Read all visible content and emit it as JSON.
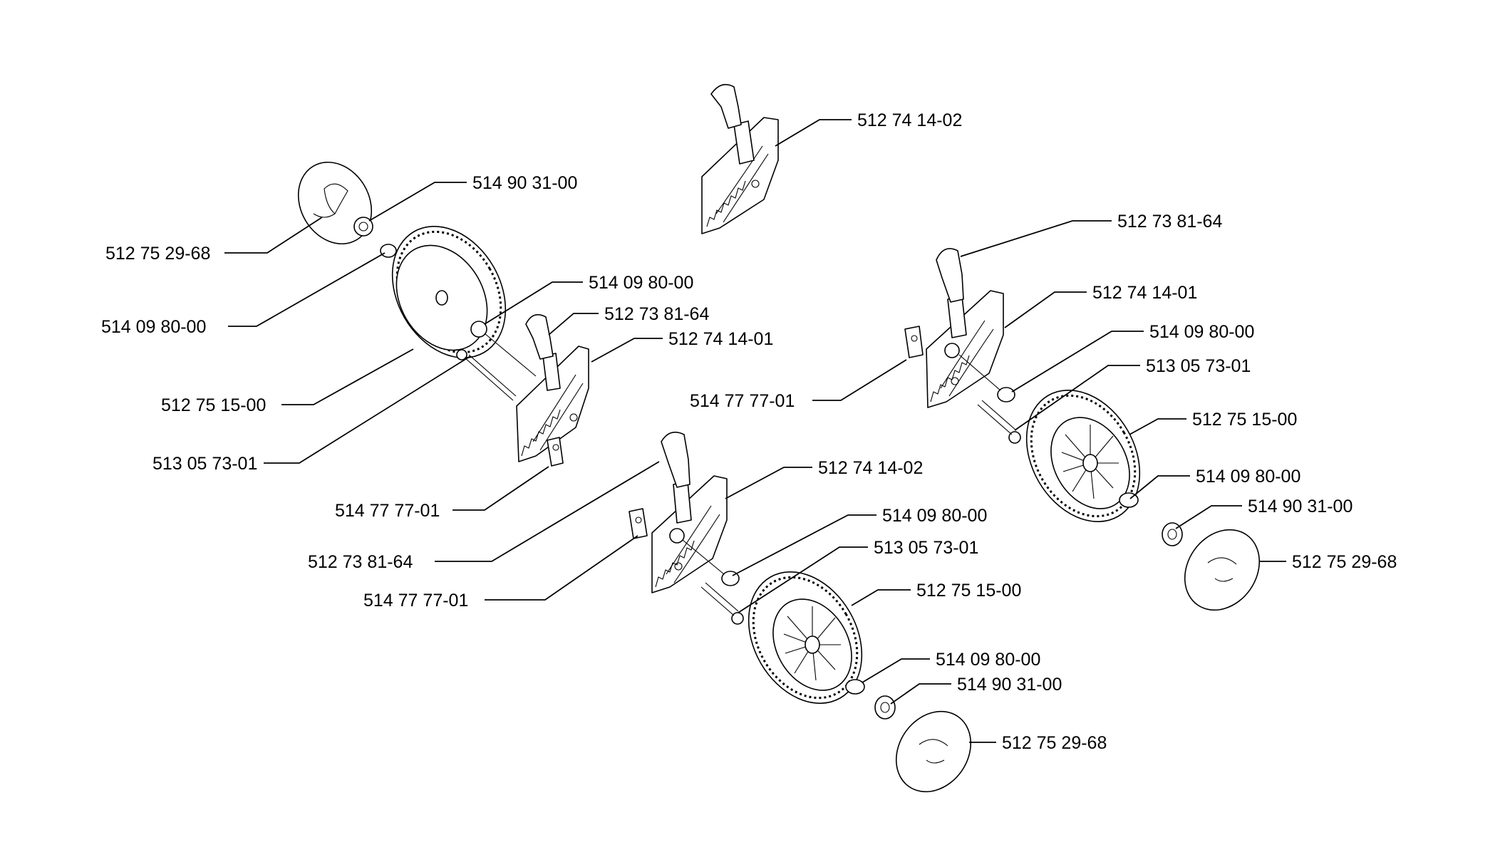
{
  "callouts": {
    "l1": "512 74 14-02",
    "l2": "514 90 31-00",
    "l3": "512 75 29-68",
    "l4": "514 09 80-00",
    "l5": "514 09 80-00",
    "l6": "512 73 81-64",
    "l7": "512 74 14-01",
    "l8": "512 75 15-00",
    "l9": "513 05 73-01",
    "l10": "514 77 77-01",
    "l11": "512 73 81-64",
    "l12": "512 74 14-01",
    "l13": "514 09 80-00",
    "l14": "513 05 73-01",
    "l15": "514 77 77-01",
    "l16": "512 75 15-00",
    "l17": "514 09 80-00",
    "l18": "514 90 31-00",
    "l19": "512 75 29-68",
    "l20": "512 74 14-02",
    "l21": "514 09 80-00",
    "l22": "513 05 73-01",
    "l23": "512 73 81-64",
    "l24": "514 77 77-01",
    "l25": "512 75 15-00",
    "l26": "514 09 80-00",
    "l27": "514 90 31-00",
    "l28": "512 75 29-68"
  }
}
